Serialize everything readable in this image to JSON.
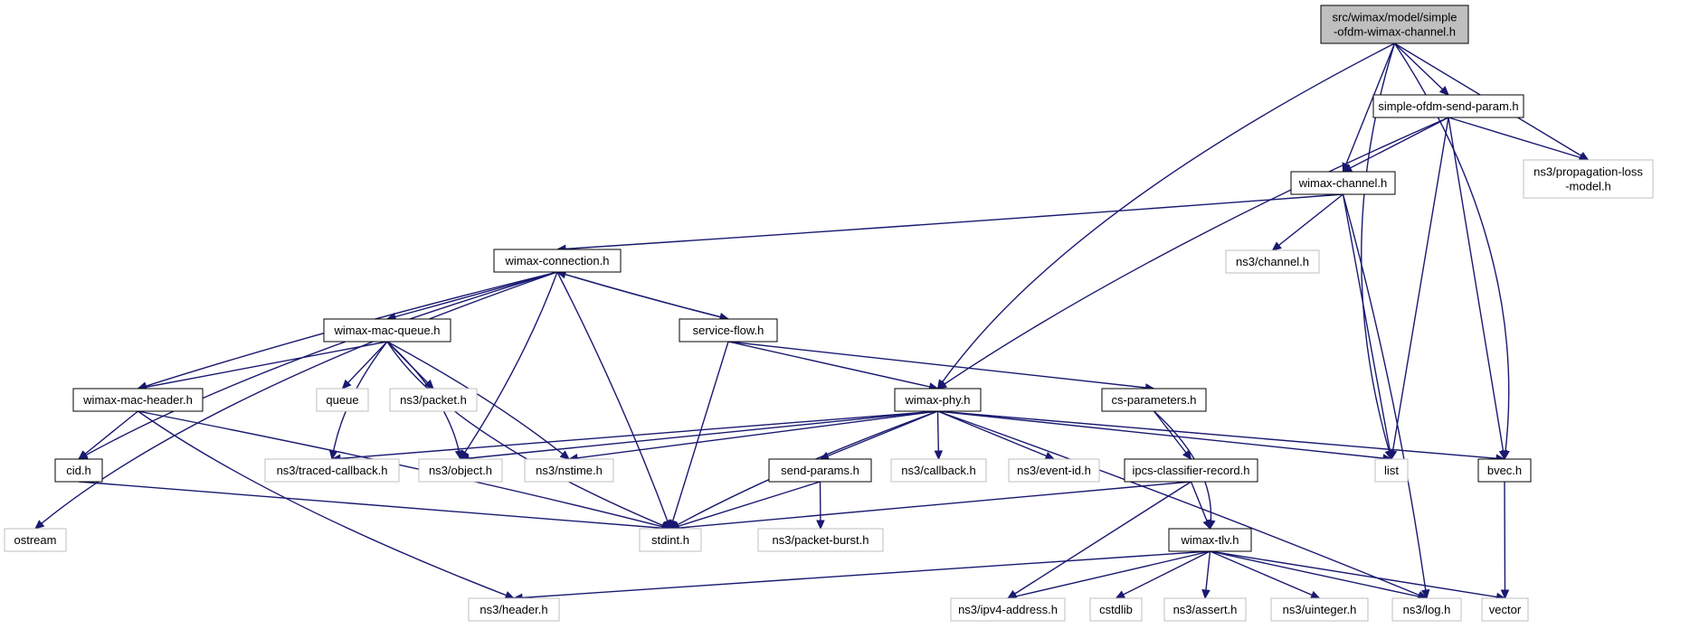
{
  "nodes": {
    "root": [
      "src/wimax/model/simple",
      "-ofdm-wimax-channel.h"
    ],
    "send_param": [
      "simple-ofdm-send-param.h"
    ],
    "prop_loss": [
      "ns3/propagation-loss",
      "-model.h"
    ],
    "wimax_channel": [
      "wimax-channel.h"
    ],
    "ns3_channel": [
      "ns3/channel.h"
    ],
    "wimax_connection": [
      "wimax-connection.h"
    ],
    "mac_queue": [
      "wimax-mac-queue.h"
    ],
    "service_flow": [
      "service-flow.h"
    ],
    "mac_header": [
      "wimax-mac-header.h"
    ],
    "queue": [
      "queue"
    ],
    "ns3_packet": [
      "ns3/packet.h"
    ],
    "wimax_phy": [
      "wimax-phy.h"
    ],
    "cs_parameters": [
      "cs-parameters.h"
    ],
    "cid": [
      "cid.h"
    ],
    "traced_callback": [
      "ns3/traced-callback.h"
    ],
    "ns3_object": [
      "ns3/object.h"
    ],
    "nstime": [
      "ns3/nstime.h"
    ],
    "send_params": [
      "send-params.h"
    ],
    "ns3_callback": [
      "ns3/callback.h"
    ],
    "event_id": [
      "ns3/event-id.h"
    ],
    "ipcs": [
      "ipcs-classifier-record.h"
    ],
    "list": [
      "list"
    ],
    "bvec": [
      "bvec.h"
    ],
    "ostream": [
      "ostream"
    ],
    "stdint": [
      "stdint.h"
    ],
    "packet_burst": [
      "ns3/packet-burst.h"
    ],
    "wimax_tlv": [
      "wimax-tlv.h"
    ],
    "vector": [
      "vector"
    ],
    "ns3_header": [
      "ns3/header.h"
    ],
    "ipv4_address": [
      "ns3/ipv4-address.h"
    ],
    "cstdlib": [
      "cstdlib"
    ],
    "ns3_assert": [
      "ns3/assert.h"
    ],
    "uinteger": [
      "ns3/uinteger.h"
    ],
    "ns3_log": [
      "ns3/log.h"
    ]
  },
  "colors": {
    "edge": "#191970",
    "root_fill": "#bfbfbf",
    "node_border": "#000000",
    "external_border": "#bfbfbf",
    "node_fill": "#ffffff"
  }
}
